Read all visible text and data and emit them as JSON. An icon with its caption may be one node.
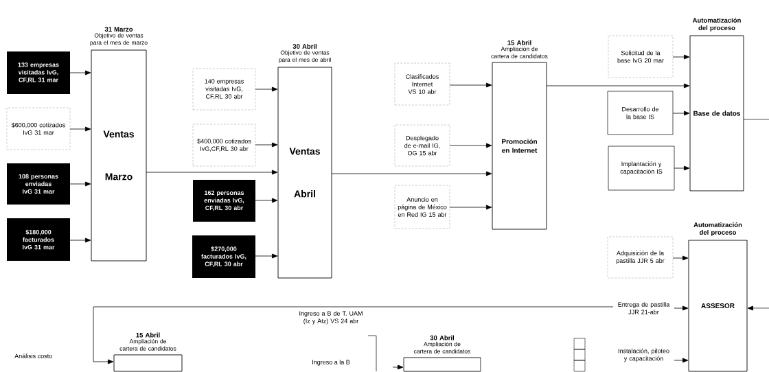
{
  "diagram": {
    "nodes": [
      {
        "text": [
          "31 Marzo",
          "Objetivo de ventas para el mes de marzo",
          "Ventas Marzo"
        ]
      },
      {
        "text": [
          "133 empresas visitadas IvG, CF,RL 31 mar"
        ]
      },
      {
        "text": [
          "$600,000 cotizados IvG 31 mar"
        ]
      },
      {
        "text": [
          "108 personas enviadas IvG 31 mar"
        ]
      },
      {
        "text": [
          "$180,000 facturados IvG 31 mar"
        ]
      },
      {
        "text": [
          "30 Abril",
          "Objetivo de ventas para el mes de abril",
          "Ventas Abril"
        ]
      },
      {
        "text": [
          "140 empresas visitadas IvG, CF,RL 30 abr"
        ]
      },
      {
        "text": [
          "$400,000 cotizados IvG,CF,RL 30 abr"
        ]
      },
      {
        "text": [
          "162 personas enviadas IvG, CF,RL 30 abr"
        ]
      },
      {
        "text": [
          "$270,000 facturados IvG, CF,RL 30 abr"
        ]
      },
      {
        "text": [
          "15 Abril",
          "Ampliación de cartera de candidatos",
          "Promoción en Internet"
        ]
      },
      {
        "text": [
          "Clasificados Internet VS 10 abr"
        ]
      },
      {
        "text": [
          "Desplegado de e-mail IG, OG 15 abr"
        ]
      },
      {
        "text": [
          "Anuncio en página de México en Red IG 15 abr"
        ]
      },
      {
        "text": [
          "Automatización del proceso",
          "Base de datos"
        ]
      },
      {
        "text": [
          "Solicitud de la base IvG 20 mar"
        ]
      },
      {
        "text": [
          "Desarrollo de la base IS"
        ]
      },
      {
        "text": [
          "Implantación y capacitación IS"
        ]
      },
      {
        "text": [
          "Automatización del proceso",
          "ASSESOR"
        ]
      },
      {
        "text": [
          "Adquisición de la pastilla JJR 5 abr"
        ]
      },
      {
        "text": [
          "Entrega de pastilla JJR 21-abr"
        ]
      },
      {
        "text": [
          "Instalación, piloteo y capacitación"
        ]
      },
      {
        "text": [
          "15 Abril",
          "Ampliación de cartera de candidatos"
        ]
      },
      {
        "text": [
          "30 Abril",
          "Ampliación de cartera de candidatos"
        ]
      }
    ],
    "edges": [
      {
        "from": 1,
        "to": 0,
        "arrow": "to"
      },
      {
        "from": 2,
        "to": 0,
        "arrow": "to"
      },
      {
        "from": 3,
        "to": 0,
        "arrow": "to"
      },
      {
        "from": 4,
        "to": 0,
        "arrow": "to"
      },
      {
        "from": 6,
        "to": 5,
        "arrow": "to"
      },
      {
        "from": 7,
        "to": 5,
        "arrow": "to"
      },
      {
        "from": 0,
        "to": 5,
        "arrow": "to"
      },
      {
        "from": 8,
        "to": 5,
        "arrow": "to"
      },
      {
        "from": 9,
        "to": 5,
        "arrow": "to"
      },
      {
        "from": 11,
        "to": 10,
        "arrow": "to"
      },
      {
        "from": 12,
        "to": 10,
        "arrow": "to"
      },
      {
        "from": 5,
        "to": 10,
        "arrow": "to"
      },
      {
        "from": 13,
        "to": 10,
        "arrow": "to"
      },
      {
        "from": 15,
        "to": 14,
        "arrow": "to"
      },
      {
        "from": 10,
        "to": 14,
        "arrow": "to"
      },
      {
        "from": 16,
        "to": 14,
        "arrow": "to"
      },
      {
        "from": 17,
        "to": 14,
        "arrow": "to"
      },
      {
        "from": 14,
        "to": null,
        "arrow": "none"
      },
      {
        "from": 19,
        "to": 18,
        "arrow": "to"
      },
      {
        "from": 20,
        "to": 18,
        "arrow": "to"
      },
      {
        "from": null,
        "to": 18,
        "arrow": "to"
      },
      {
        "from": 21,
        "to": 18,
        "arrow": "to"
      },
      {
        "from": 20,
        "to": 22,
        "arrow": "to"
      },
      {
        "from": null,
        "to": 23,
        "arrow": "to"
      }
    ],
    "labels": [
      "Análisis costo",
      "Ingreso a B de T. UAM (Iz y Atz) VS 24 abr",
      "Ingreso a la B"
    ]
  }
}
